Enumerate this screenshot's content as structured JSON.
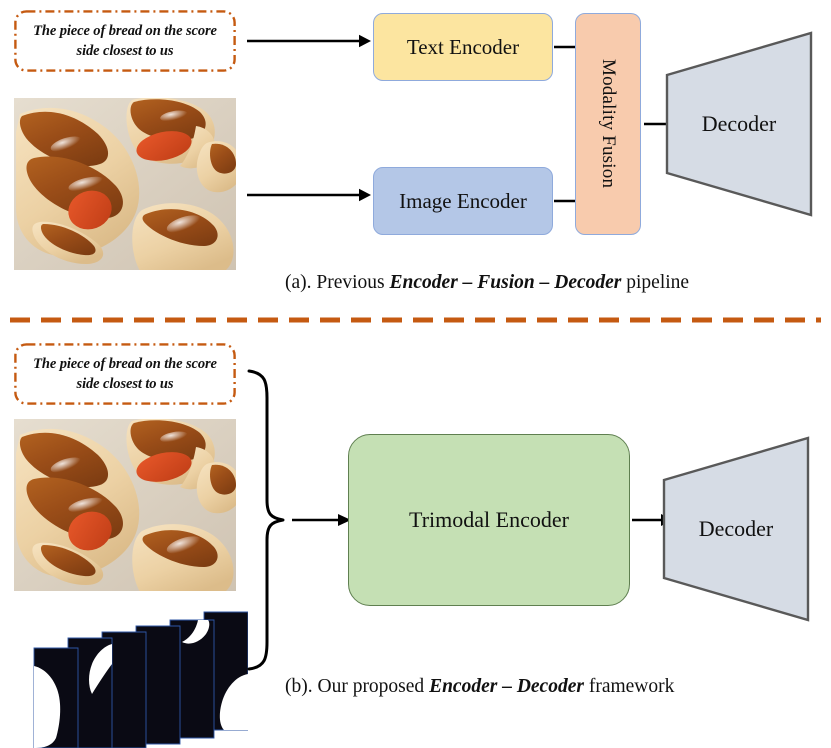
{
  "figure": {
    "panels": [
      {
        "id": "a",
        "caption_prefix": "(a). Previous ",
        "caption_emphasis": "Encoder – Fusion – Decoder",
        "caption_suffix": " pipeline",
        "prompt_text": "The piece of bread on the score side closest to us",
        "blocks": {
          "text_encoder": "Text Encoder",
          "image_encoder": "Image Encoder",
          "modality_fusion": "Modality Fusion",
          "decoder": "Decoder"
        }
      },
      {
        "id": "b",
        "caption_prefix": "(b). Our proposed ",
        "caption_emphasis": "Encoder – Decoder",
        "caption_suffix": " framework",
        "prompt_text": "The piece of bread on the score side closest to us",
        "blocks": {
          "trimodal_encoder": "Trimodal Encoder",
          "decoder": "Decoder"
        }
      }
    ],
    "colors": {
      "text_encoder_fill": "#FCE5A0",
      "image_encoder_fill": "#B4C7E7",
      "modality_fusion_fill": "#F8CBAD",
      "decoder_fill": "#D6DCE5",
      "trimodal_encoder_fill": "#C5E0B4",
      "prompt_border": "#C55A11",
      "divider": "#C55A11",
      "arrow": "#000000",
      "outline": "#595959"
    },
    "media": {
      "photo_alt": "baked bread rolls with sausage photo",
      "mask_alt": "stack of six binary segmentation mask frames"
    }
  }
}
